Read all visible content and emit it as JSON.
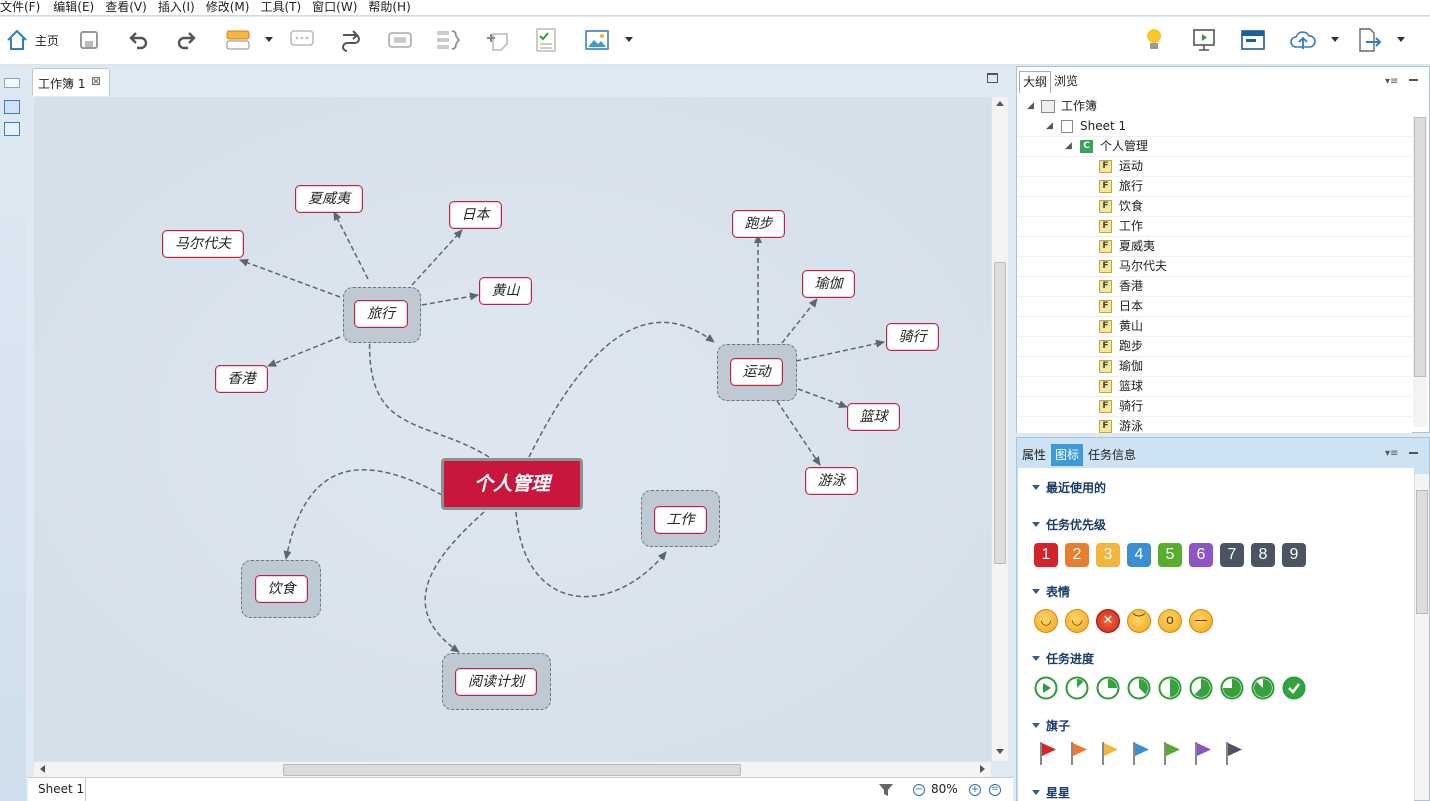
{
  "menu": [
    "文件(F)",
    "编辑(E)",
    "查看(V)",
    "插入(I)",
    "修改(M)",
    "工具(T)",
    "窗口(W)",
    "帮助(H)"
  ],
  "toolbar": {
    "home_label": "主页"
  },
  "tabs": {
    "workbook": "工作簿 1",
    "close_glyph": "⊠"
  },
  "central_topic": "个人管理",
  "topics": {
    "travel": "旅行",
    "hawaii": "夏威夷",
    "japan": "日本",
    "maldives": "马尔代夫",
    "huangshan": "黄山",
    "hongkong": "香港",
    "sport": "运动",
    "running": "跑步",
    "yoga": "瑜伽",
    "cycling": "骑行",
    "basketball": "篮球",
    "swimming": "游泳",
    "work": "工作",
    "diet": "饮食",
    "reading": "阅读计划"
  },
  "status": {
    "sheet": "Sheet 1",
    "zoom": "80%"
  },
  "outline": {
    "tabs": [
      "大纲",
      "浏览"
    ],
    "root": "工作簿",
    "sheet": "Sheet 1",
    "central": "个人管理",
    "items": [
      "运动",
      "旅行",
      "饮食",
      "工作",
      "夏威夷",
      "马尔代夫",
      "香港",
      "日本",
      "黄山",
      "跑步",
      "瑜伽",
      "篮球",
      "骑行",
      "游泳"
    ]
  },
  "panel": {
    "tabs": [
      "属性",
      "图标",
      "任务信息"
    ],
    "sections": [
      "最近使用的",
      "任务优先级",
      "表情",
      "任务进度",
      "旗子",
      "星星"
    ],
    "priorities": [
      {
        "n": "1",
        "color": "#d4232a"
      },
      {
        "n": "2",
        "color": "#e77e2d"
      },
      {
        "n": "3",
        "color": "#f3b63b"
      },
      {
        "n": "4",
        "color": "#3a8fd3"
      },
      {
        "n": "5",
        "color": "#58ad2d"
      },
      {
        "n": "6",
        "color": "#8e55c6"
      },
      {
        "n": "7",
        "color": "#4b5460"
      },
      {
        "n": "8",
        "color": "#4b5460"
      },
      {
        "n": "9",
        "color": "#4b5460"
      }
    ],
    "flag_colors": [
      "#d8232a",
      "#ec7a30",
      "#f4b63c",
      "#3a8fd3",
      "#56ac2c",
      "#8b54c4",
      "#4b5460"
    ],
    "progress_fractions": [
      0,
      0.125,
      0.25,
      0.375,
      0.5,
      0.625,
      0.75,
      0.875,
      1
    ]
  }
}
